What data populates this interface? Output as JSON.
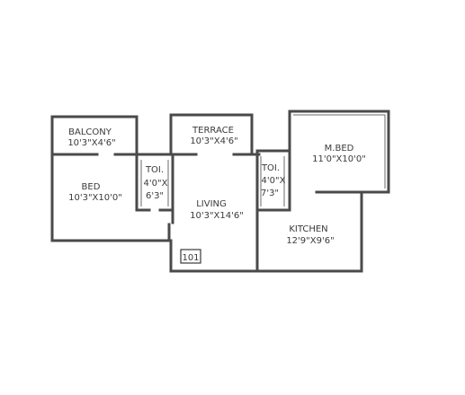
{
  "rooms": {
    "balcony": {
      "name": "BALCONY",
      "size": "10'3\"X4'6\""
    },
    "terrace": {
      "name": "TERRACE",
      "size": "10'3\"X4'6\""
    },
    "mbed": {
      "name": "M.BED",
      "size": "11'0\"X10'0\""
    },
    "bed": {
      "name": "BED",
      "size": "10'3\"X10'0\""
    },
    "toi1": {
      "name": "TOI.",
      "size_line1": "4'0\"X",
      "size_line2": "6'3\""
    },
    "toi2": {
      "name": "TOI.",
      "size_line1": "4'0\"X",
      "size_line2": "7'3\""
    },
    "living": {
      "name": "LIVING",
      "size": "10'3\"X14'6\""
    },
    "kitchen": {
      "name": "KITCHEN",
      "size": "12'9\"X9'6\""
    }
  },
  "unit_number": "101"
}
